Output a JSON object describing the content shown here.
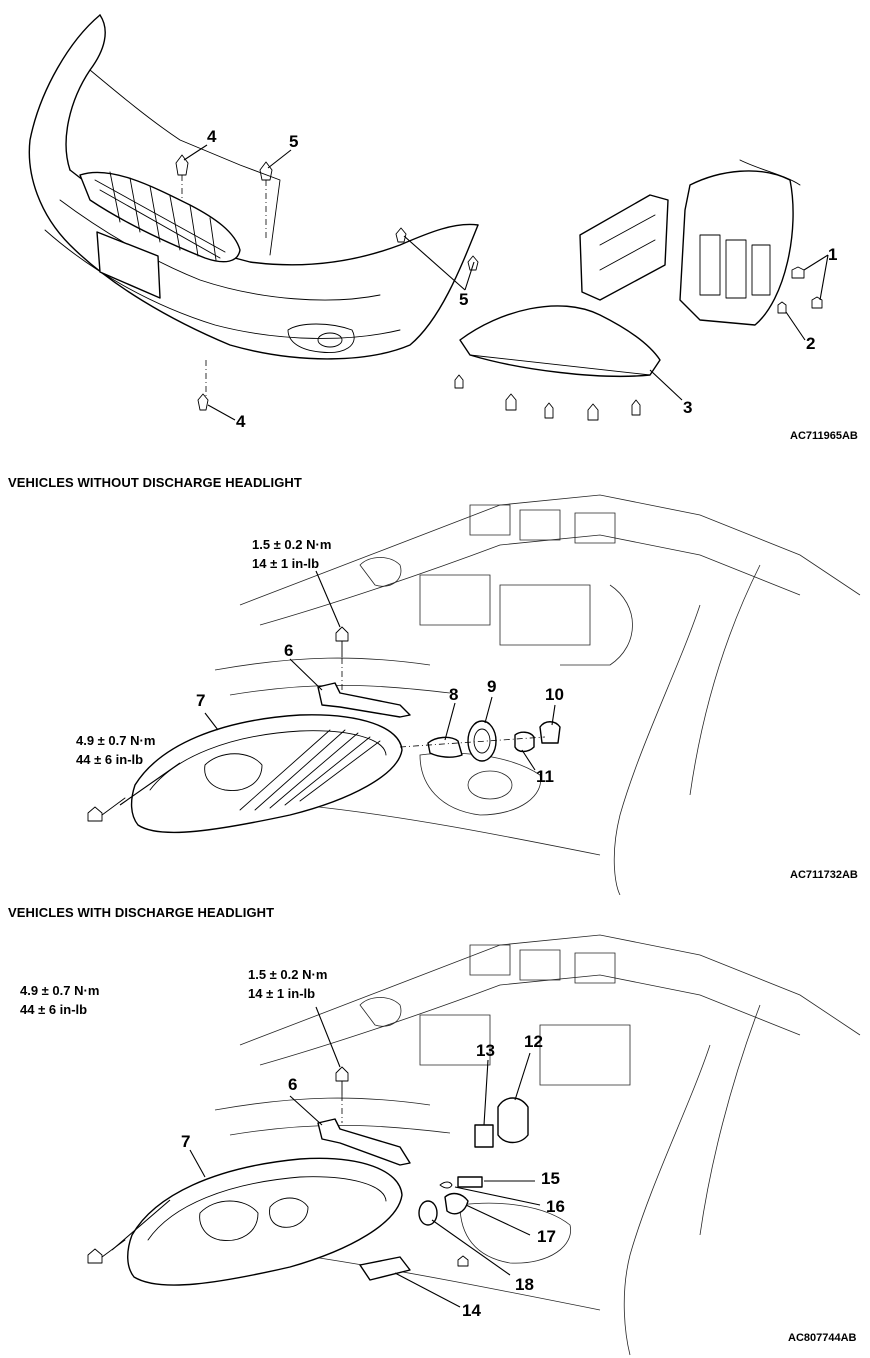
{
  "top_panel": {
    "callouts": [
      "1",
      "2",
      "3",
      "4",
      "4",
      "5",
      "5"
    ],
    "code": "AC711965AB"
  },
  "without_discharge": {
    "heading": "VEHICLES WITHOUT DISCHARGE HEADLIGHT",
    "torque_upper": {
      "line1": "1.5 ± 0.2 N·m",
      "line2": "14 ± 1 in-lb"
    },
    "torque_lower": {
      "line1": "4.9 ± 0.7 N·m",
      "line2": "44 ± 6 in-lb"
    },
    "callouts": [
      "6",
      "7",
      "8",
      "9",
      "10",
      "11"
    ],
    "code": "AC711732AB"
  },
  "with_discharge": {
    "heading": "VEHICLES WITH DISCHARGE HEADLIGHT",
    "torque_upper": {
      "line1": "1.5 ± 0.2 N·m",
      "line2": "14 ± 1 in-lb"
    },
    "torque_lower": {
      "line1": "4.9 ± 0.7 N·m",
      "line2": "44 ± 6 in-lb"
    },
    "callouts": [
      "6",
      "7",
      "12",
      "13",
      "14",
      "15",
      "16",
      "17",
      "18"
    ],
    "code": "AC807744AB"
  }
}
